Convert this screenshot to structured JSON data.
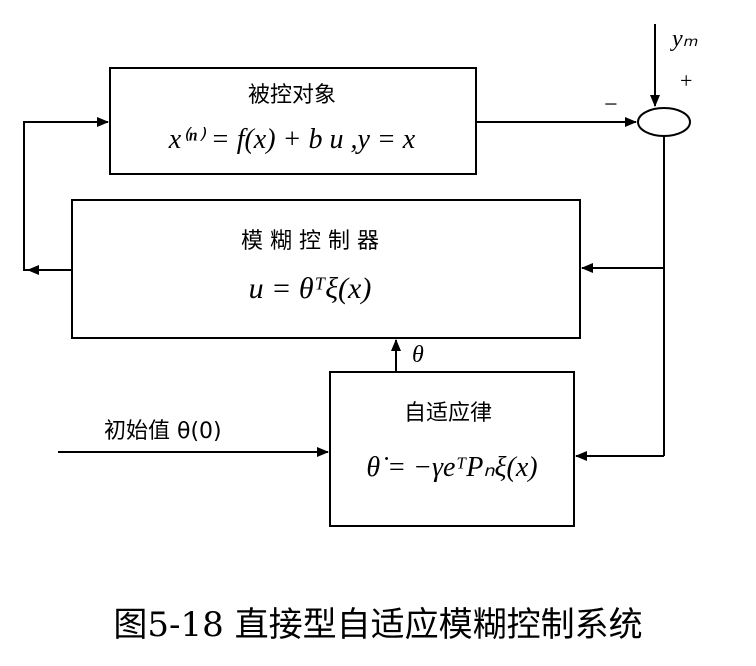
{
  "plant": {
    "title": "被控对象",
    "equation": "x⁽ⁿ⁾ = f(x) + b u ,y = x"
  },
  "controller": {
    "title": "模 糊 控 制 器",
    "equation": "u = θᵀξ(x)"
  },
  "adaptive_law": {
    "title": "自适应律",
    "equation": "θ̇ = −γeᵀPₙξ(x)"
  },
  "signals": {
    "reference": "yₘ",
    "plus_sign": "+",
    "minus_sign": "−",
    "theta": "θ",
    "initial_value": "初始值 θ(0)"
  },
  "caption": "图5-18 直接型自适应模糊控制系统"
}
